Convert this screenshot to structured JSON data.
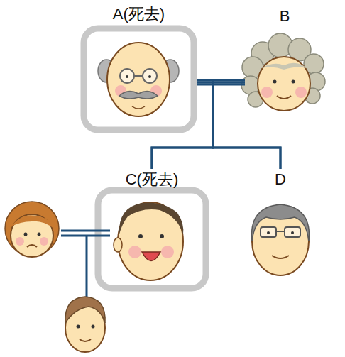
{
  "diagram": {
    "nodes": [
      {
        "text": [
          "A(死去)"
        ]
      },
      {
        "text": [
          "B"
        ]
      },
      {
        "text": [
          "C(死去)"
        ]
      },
      {
        "text": [
          "D"
        ]
      }
    ],
    "edges": [
      {
        "from": 0,
        "to": 1,
        "arrow": "none"
      },
      {
        "from": 0,
        "to": 2,
        "arrow": "none"
      },
      {
        "from": 0,
        "to": 3,
        "arrow": "none"
      },
      {
        "from": 1,
        "to": 2,
        "arrow": "none"
      },
      {
        "from": 1,
        "to": 3,
        "arrow": "none"
      }
    ]
  }
}
